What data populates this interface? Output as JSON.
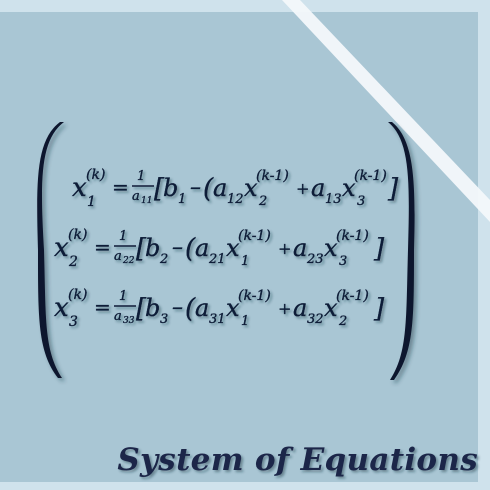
{
  "title": "System of Equations",
  "equations": [
    {
      "lhs": {
        "var": "x",
        "sub": "1",
        "sup": "(k)"
      },
      "eq": "=",
      "frac": {
        "num": "1",
        "den": "a",
        "den_sub": "11"
      },
      "bracket_open": "[",
      "b": "b",
      "b_sub": "1",
      "minus": "–",
      "paren_open": "(",
      "t1_coef": "a",
      "t1_coef_sub": "12",
      "t1_var": "x",
      "t1_var_sub": "2",
      "t1_var_sup": "(k-1)",
      "plus": "+",
      "t2_coef": "a",
      "t2_coef_sub": "13",
      "t2_var": "x",
      "t2_var_sub": "3",
      "t2_var_sup": "(k-1)",
      "paren_close": ")",
      "bracket_close": "]"
    },
    {
      "lhs": {
        "var": "x",
        "sub": "2",
        "sup": "(k)"
      },
      "eq": "=",
      "frac": {
        "num": "1",
        "den": "a",
        "den_sub": "22"
      },
      "bracket_open": "[",
      "b": "b",
      "b_sub": "2",
      "minus": "–",
      "paren_open": "(",
      "t1_coef": "a",
      "t1_coef_sub": "21",
      "t1_var": "x",
      "t1_var_sub": "1",
      "t1_var_sup": "(k-1)",
      "plus": "+",
      "t2_coef": "a",
      "t2_coef_sub": "23",
      "t2_var": "x",
      "t2_var_sub": "3",
      "t2_var_sup": "(k-1)",
      "paren_close": ")",
      "bracket_close": "]"
    },
    {
      "lhs": {
        "var": "x",
        "sub": "3",
        "sup": "(k)"
      },
      "eq": "=",
      "frac": {
        "num": "1",
        "den": "a",
        "den_sub": "33"
      },
      "bracket_open": "[",
      "b": "b",
      "b_sub": "3",
      "minus": "–",
      "paren_open": "(",
      "t1_coef": "a",
      "t1_coef_sub": "31",
      "t1_var": "x",
      "t1_var_sub": "1",
      "t1_var_sup": "(k-1)",
      "plus": "+",
      "t2_coef": "a",
      "t2_coef_sub": "32",
      "t2_var": "x",
      "t2_var_sub": "2",
      "t2_var_sup": "(k-1)",
      "paren_close": ")",
      "bracket_close": "]"
    }
  ],
  "colors": {
    "background": "#a9c6d4",
    "frame": "#cfe2ec",
    "text": "#0f1d38",
    "title": "#1c2748"
  }
}
